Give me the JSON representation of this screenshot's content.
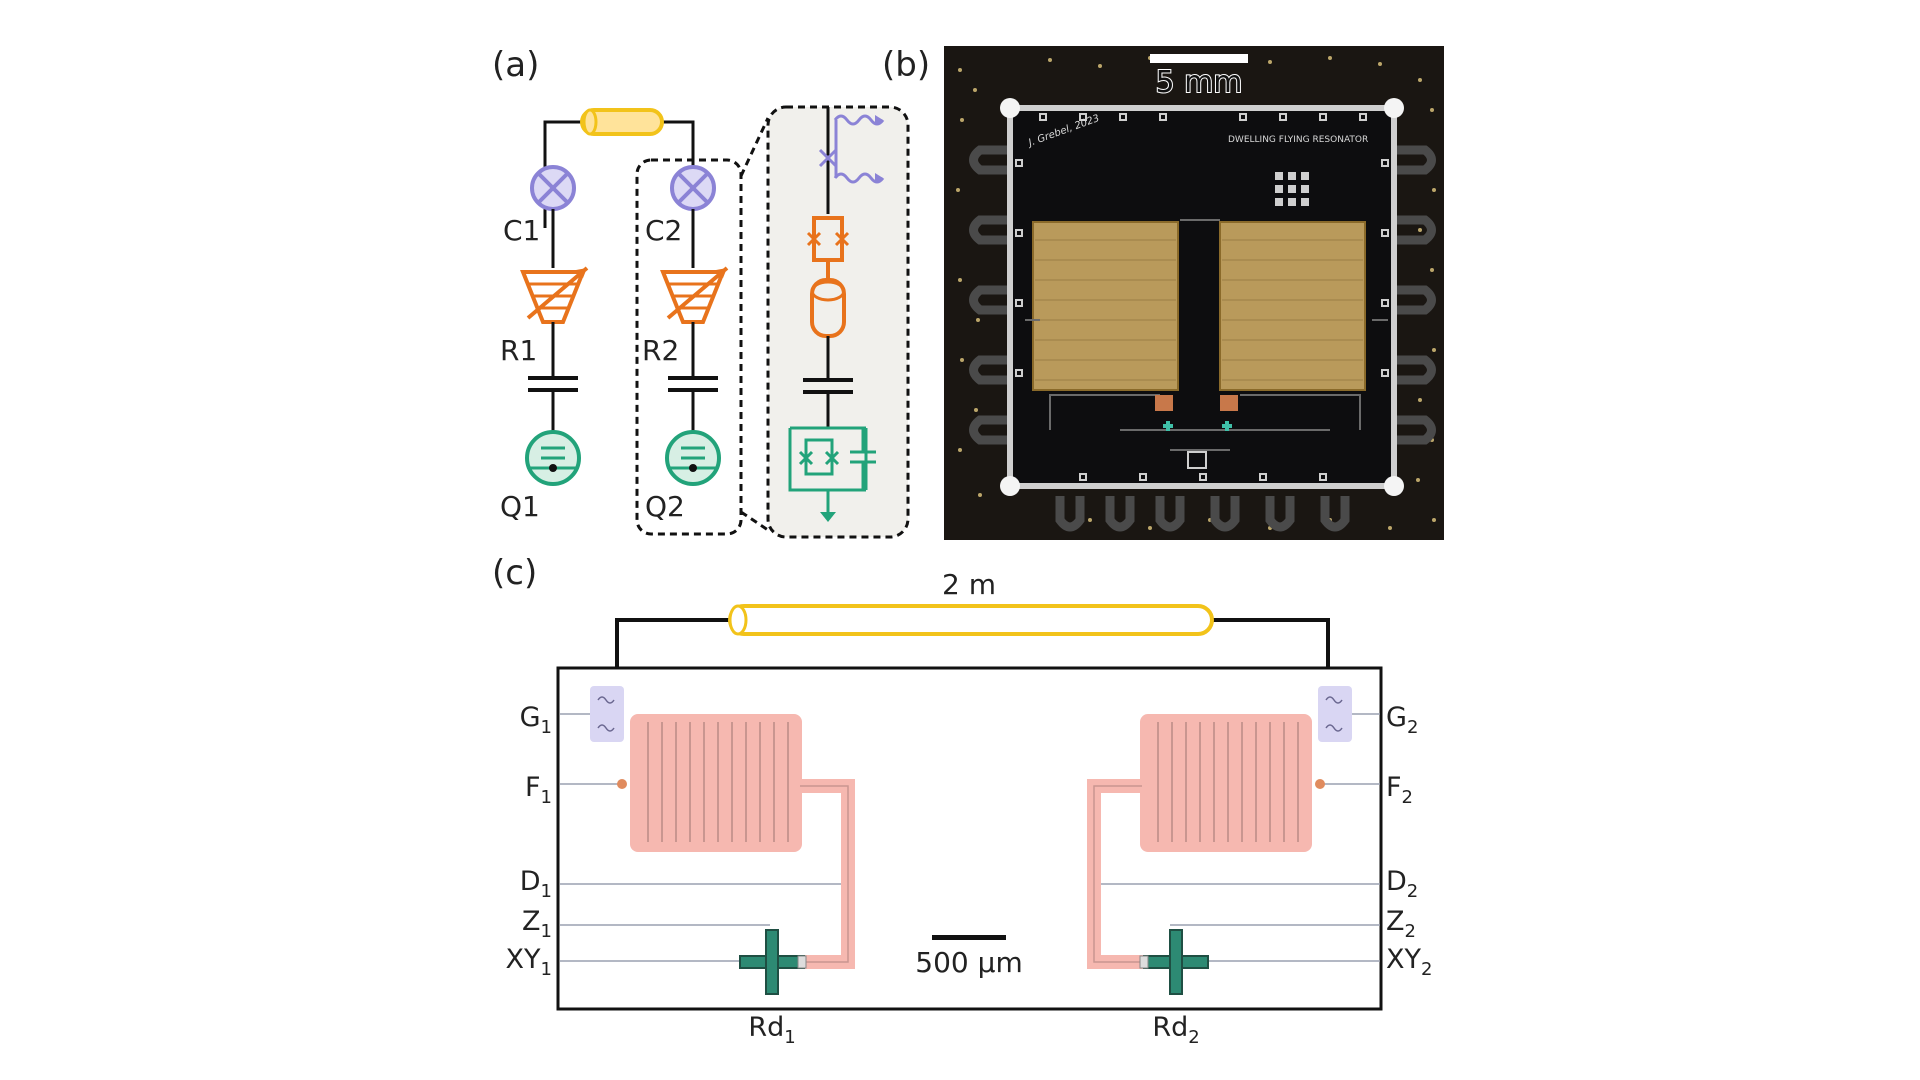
{
  "panels": {
    "a": "(a)",
    "b": "(b)",
    "c": "(c)"
  },
  "circuit": {
    "couplers": [
      "C1",
      "C2"
    ],
    "resonators": [
      "R1",
      "R2"
    ],
    "qubits": [
      "Q1",
      "Q2"
    ]
  },
  "photo": {
    "scale_label": "5 mm",
    "chip_text": "DWELLING FLYING RESONATOR",
    "signature": "J. Grebel, 2023"
  },
  "layout": {
    "cable_label": "2 m",
    "scale_label": "500 μm",
    "left_ports": [
      {
        "base": "G",
        "sub": "1"
      },
      {
        "base": "F",
        "sub": "1"
      },
      {
        "base": "D",
        "sub": "1"
      },
      {
        "base": "Z",
        "sub": "1"
      },
      {
        "base": "XY",
        "sub": "1"
      }
    ],
    "right_ports": [
      {
        "base": "G",
        "sub": "2"
      },
      {
        "base": "F",
        "sub": "2"
      },
      {
        "base": "D",
        "sub": "2"
      },
      {
        "base": "Z",
        "sub": "2"
      },
      {
        "base": "XY",
        "sub": "2"
      }
    ],
    "readouts": [
      {
        "base": "Rd",
        "sub": "1"
      },
      {
        "base": "Rd",
        "sub": "2"
      }
    ]
  },
  "colors": {
    "coupler": "#8b83d6",
    "resonator": "#e8731c",
    "qubit": "#22a37a",
    "cable": "#f2c31a",
    "meander_fill": "#f6b8b0",
    "photo_bg": "#1a1612",
    "gold_pad": "#b99a5b"
  }
}
